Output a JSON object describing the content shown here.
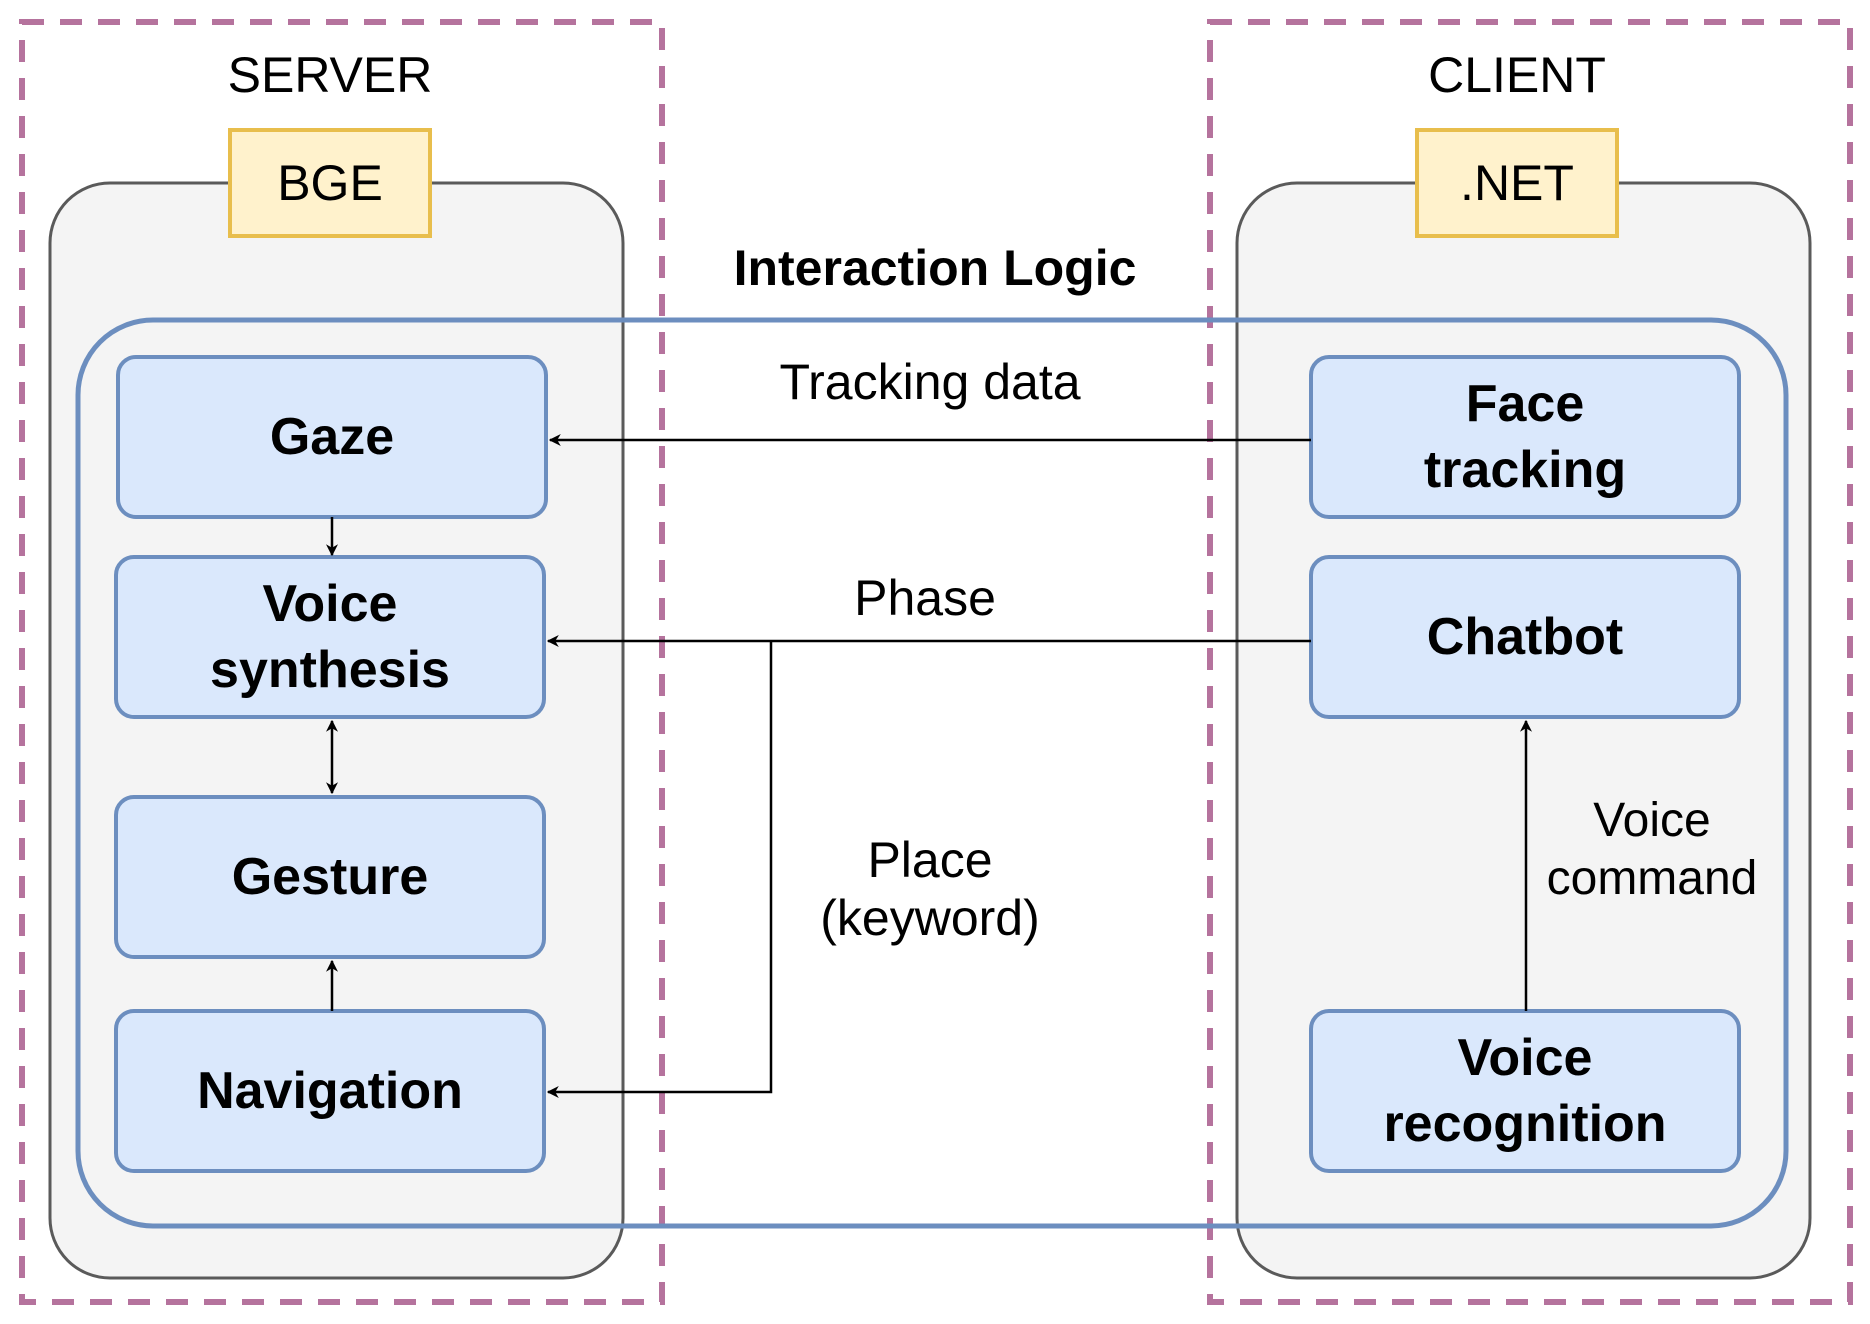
{
  "colors": {
    "dashed_border": "#b5739d",
    "container_fill": "#f4f4f4",
    "container_stroke": "#5a5a5a",
    "tag_fill": "#fff2cc",
    "tag_stroke": "#e8be4c",
    "logic_stroke": "#6c8ebf",
    "module_fill": "#dae8fc",
    "module_stroke": "#6c8ebf",
    "arrow": "#000000"
  },
  "sections": {
    "server": "SERVER",
    "client": "CLIENT"
  },
  "tags": {
    "server": "BGE",
    "client": ".NET"
  },
  "logic_title": "Interaction Logic",
  "server_modules": {
    "gaze": "Gaze",
    "voice_synthesis": "Voice\nsynthesis",
    "gesture": "Gesture",
    "navigation": "Navigation"
  },
  "client_modules": {
    "face_tracking": "Face\ntracking",
    "chatbot": "Chatbot",
    "voice_recognition": "Voice\nrecognition"
  },
  "edge_labels": {
    "tracking_data": "Tracking data",
    "phase": "Phase",
    "place": "Place\n(keyword)",
    "voice_command": "Voice\ncommand"
  }
}
